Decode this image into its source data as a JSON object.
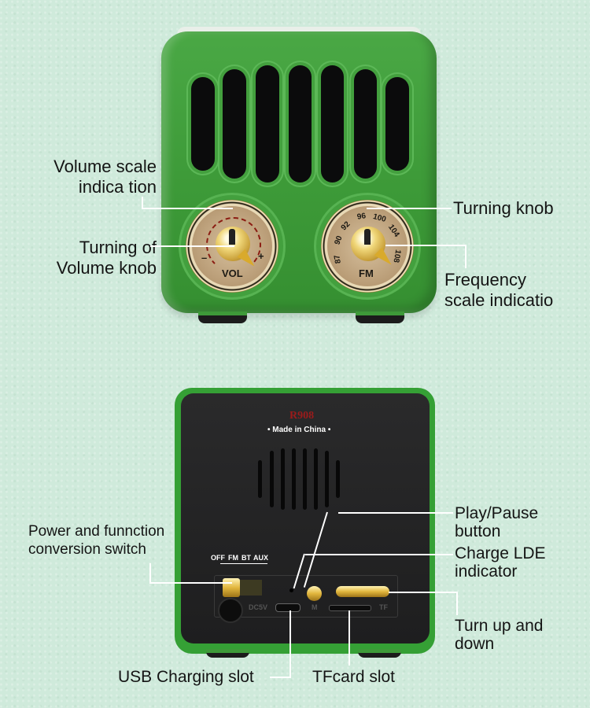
{
  "top_view": {
    "device_labels": {
      "vol_dial": "VOL",
      "vol_minus": "–",
      "vol_plus": "+",
      "fm_dial": "FM",
      "fm_scale": [
        "87",
        "90",
        "92",
        "96",
        "100",
        "104",
        "108"
      ]
    },
    "callouts": {
      "volume_scale": [
        "Volume scale",
        "indica tion"
      ],
      "volume_knob": [
        "Turning of",
        "Volume knob"
      ],
      "turning_knob": "Turning knob",
      "frequency_scale": [
        "Frequency",
        "scale indicatio"
      ]
    }
  },
  "bottom_view": {
    "device_labels": {
      "brand": "R908",
      "origin": "Made in China",
      "switch_modes": [
        "OFF",
        "FM",
        "BT",
        "AUX"
      ],
      "dc_port": "DC5V",
      "mode_button": "M",
      "tf_slot": "TF"
    },
    "callouts": {
      "power_switch": [
        "Power and funnction",
        "conversion switch"
      ],
      "play_pause": [
        "Play/Pause",
        "button"
      ],
      "charge_led": [
        "Charge LDE",
        "indicator"
      ],
      "turn_up_down": [
        "Turn up and",
        "down"
      ],
      "usb_slot": "USB Charging slot",
      "tf_card_slot": "TFcard slot"
    }
  },
  "colors": {
    "background": "#cfeadb",
    "body_green": "#3f9c3a",
    "panel_black": "#222222",
    "gold": "#e2b73e",
    "brand_red": "#9b1b1b",
    "leader_line": "#ffffff"
  }
}
